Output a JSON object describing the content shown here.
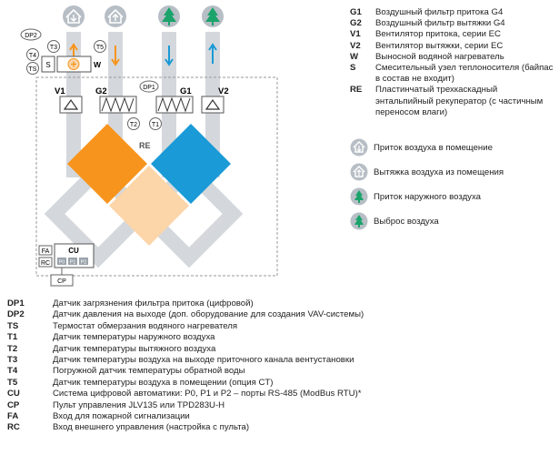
{
  "diagram_labels": {
    "v1": "V1",
    "g2": "G2",
    "g1": "G1",
    "v2": "V2",
    "re": "RE",
    "dp1": "DP1",
    "dp2": "DP2",
    "t1": "T1",
    "t2": "T2",
    "t3": "T3",
    "t4": "T4",
    "t5": "T5",
    "ts": "TS",
    "s": "S",
    "w": "W",
    "fa": "FA",
    "rc": "RC",
    "cu": "CU",
    "p0": "P0",
    "p1": "P1",
    "p2": "P2",
    "cp": "CP"
  },
  "right_legend": [
    {
      "code": "G1",
      "text": "Воздушный фильтр притока G4"
    },
    {
      "code": "G2",
      "text": "Воздушный фильтр вытяжки G4"
    },
    {
      "code": "V1",
      "text": "Вентилятор притока, серии ЕС"
    },
    {
      "code": "V2",
      "text": "Вентилятор вытяжки, серии ЕС"
    },
    {
      "code": "W",
      "text": "Выносной водяной нагреватель"
    },
    {
      "code": "S",
      "text": "Смесительный узел теплоносителя (байпас в состав не входит)"
    },
    {
      "code": "RE",
      "text": "Пластинчатый трехкаскадный энтальпийный рекуператор (с частичным переносом влаги)"
    }
  ],
  "air_legend": [
    {
      "icon": "house-arrow-down-icon",
      "text": "Приток воздуха в помещение"
    },
    {
      "icon": "house-arrow-up-icon",
      "text": "Вытяжка воздуха из помещения"
    },
    {
      "icon": "tree-arrow-down-icon",
      "text": "Приток наружного воздуха"
    },
    {
      "icon": "tree-arrow-up-icon",
      "text": "Выброс воздуха"
    }
  ],
  "bottom_legend": [
    {
      "code": "DP1",
      "text": "Датчик загрязнения фильтра притока (цифровой)"
    },
    {
      "code": "DP2",
      "text": "Датчик давления на выходе (доп. оборудование для создания VAV-системы)"
    },
    {
      "code": "TS",
      "text": "Термостат обмерзания водяного нагревателя"
    },
    {
      "code": "T1",
      "text": "Датчик температуры наружного воздуха"
    },
    {
      "code": "T2",
      "text": "Датчик температуры вытяжного воздуха"
    },
    {
      "code": "T3",
      "text": "Датчик температуры воздуха на выходе приточного канала вентустановки"
    },
    {
      "code": "T4",
      "text": "Погружной датчик температуры обратной воды"
    },
    {
      "code": "T5",
      "text": "Датчик температуры воздуха в помещении (опция CT)"
    },
    {
      "code": "CU",
      "text": "Система цифровой автоматики: P0, P1 и P2 – порты RS-485 (ModBus RTU)*"
    },
    {
      "code": "CP",
      "text": "Пульт управления JLV135 или TPD283U-H"
    },
    {
      "code": "FA",
      "text": "Вход для пожарной сигнализации"
    },
    {
      "code": "RC",
      "text": "Вход внешнего управления (настройка с пульта)"
    }
  ],
  "colors": {
    "supply": "#f7941d",
    "extract": "#1a9ad6",
    "fresh": "#1aa36b",
    "outline": "#8a8a8a",
    "duct": "#d4d8dc",
    "pale": "#fcd5a8",
    "icon_bg": "#b7bec5"
  }
}
